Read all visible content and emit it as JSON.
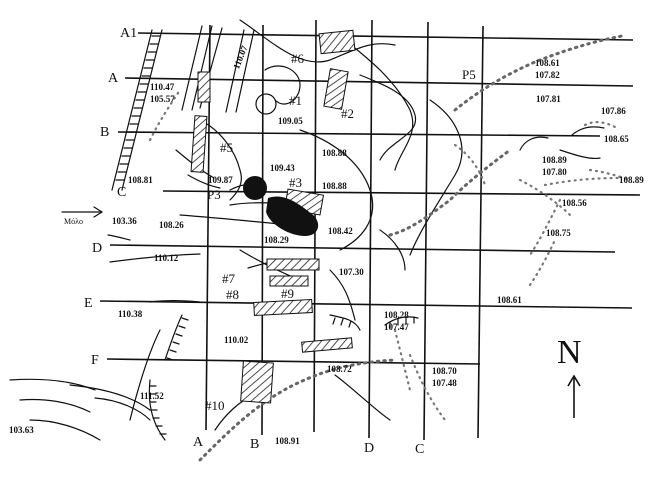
{
  "grid_rows": [
    "A1",
    "A",
    "B",
    "C",
    "D",
    "E",
    "F"
  ],
  "grid_cols": [
    "A",
    "B",
    "D",
    "C"
  ],
  "point_label": "P5",
  "p3_label": "P3",
  "north": "N",
  "marker_text": "Μόλο",
  "features": [
    "#1",
    "#2",
    "#3",
    "#5",
    "#6",
    "#7",
    "#8",
    "#9",
    "#10"
  ],
  "elevations": [
    "110.47",
    "105.57",
    "110.07",
    "109.05",
    "108.88",
    "108.81",
    "109.87",
    "109.43",
    "108.88",
    "108.29",
    "108.42",
    "103.36",
    "108.26",
    "110.12",
    "107.30",
    "110.38",
    "110.02",
    "108.28",
    "107.47",
    "108.72",
    "111.52",
    "103.63",
    "108.91",
    "108.70",
    "107.48",
    "108.61",
    "107.82",
    "107.81",
    "107.86",
    "108.65",
    "108.89",
    "107.80",
    "108.89",
    "108.56",
    "108.75",
    "108.61"
  ]
}
